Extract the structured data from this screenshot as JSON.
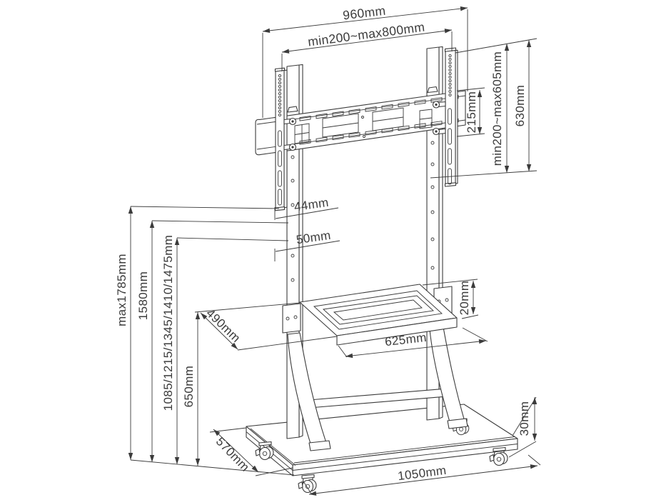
{
  "drawing": {
    "background": "#ffffff",
    "line_color": "#3b3b3b",
    "text_color": "#3b3b3b",
    "labels": {
      "top_width": "960mm",
      "top_vesa_width": "min200~max800mm",
      "right_strip_segment": "215mm",
      "right_vesa_height": "min200~max605mm",
      "right_total_height": "630mm",
      "left_max_height": "max1785mm",
      "left_height_2": "1580mm",
      "left_height_options": "1085/1215/1345/1410/1475mm",
      "left_shelf_height": "650mm",
      "mid_offset_44": "44mm",
      "mid_offset_50": "50mm",
      "shelf_depth": "490mm",
      "shelf_thickness": "20mm",
      "shelf_width": "625mm",
      "base_depth": "570mm",
      "base_thickness": "30mm",
      "base_width": "1050mm"
    }
  }
}
